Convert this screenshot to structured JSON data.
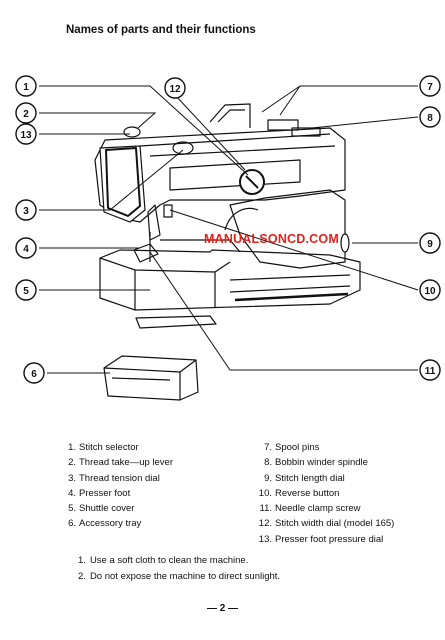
{
  "title": "Names of parts and their functions",
  "watermark": "MANUALSONCD.COM",
  "callouts": [
    "1",
    "2",
    "3",
    "4",
    "5",
    "6",
    "7",
    "8",
    "9",
    "10",
    "11",
    "12",
    "13"
  ],
  "parts_left": [
    {
      "num": "1.",
      "label": "Stitch selector"
    },
    {
      "num": "2.",
      "label": "Thread take—up lever"
    },
    {
      "num": "3.",
      "label": "Thread tension dial"
    },
    {
      "num": "4.",
      "label": "Presser foot"
    },
    {
      "num": "5.",
      "label": "Shuttle cover"
    },
    {
      "num": "6.",
      "label": "Accessory tray"
    }
  ],
  "parts_right": [
    {
      "num": "7.",
      "label": "Spool pins"
    },
    {
      "num": "8.",
      "label": "Bobbin winder spindle"
    },
    {
      "num": "9.",
      "label": "Stitch length dial"
    },
    {
      "num": "10.",
      "label": "Reverse button"
    },
    {
      "num": "11.",
      "label": "Needle clamp screw"
    },
    {
      "num": "12.",
      "label": "Stitch width dial (model 165)"
    },
    {
      "num": "13.",
      "label": "Presser foot pressure dial"
    }
  ],
  "notes": [
    {
      "num": "1.",
      "text": "Use a soft cloth to clean the machine."
    },
    {
      "num": "2.",
      "text": "Do not expose the machine to direct sunlight."
    }
  ],
  "page_number": "— 2 —"
}
